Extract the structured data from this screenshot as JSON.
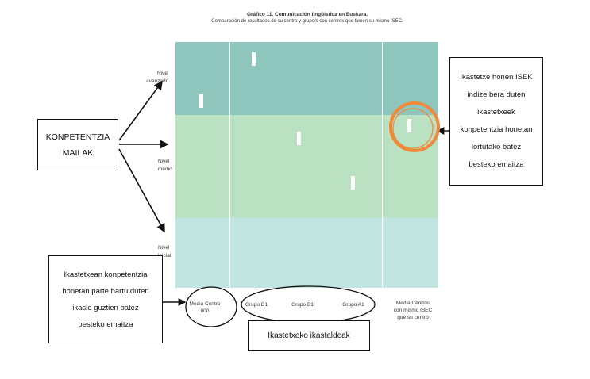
{
  "chart": {
    "title": "Gráfico 11. Comunicación lingüística en Euskara.",
    "subtitle": "Comparación de resultados de su centro y grupo/s con centros que tienen su mismo ISEC.",
    "levels": [
      {
        "lines": [
          "Nivel",
          "avanzado"
        ]
      },
      {
        "lines": [
          "Nivel",
          "medio"
        ]
      },
      {
        "lines": [
          "Nivel",
          "inicial"
        ]
      }
    ],
    "columns": [
      {
        "lines": [
          "Media Centro",
          "000"
        ]
      },
      {
        "lines": [
          "Grupo D1"
        ]
      },
      {
        "lines": [
          "Grupo B1"
        ]
      },
      {
        "lines": [
          "Grupo A1"
        ]
      },
      {
        "lines": [
          "Media Centros",
          "con mismo ISEC",
          "que su centro"
        ]
      }
    ],
    "colors": {
      "band_top": "#8ec5bc",
      "band_mid": "#b9e1c2",
      "band_bot": "#c1e6e1",
      "highlight_circle": "#f0893a"
    }
  },
  "annotations": {
    "competence_box": {
      "lines": [
        "KONPETENTZIA",
        "MAILAK"
      ]
    },
    "isek_box": {
      "lines": [
        "Ikastetxe honen ISEK",
        "indize bera duten",
        "ikastetxeek",
        "konpetentzia honetan",
        "lortutako batez",
        "besteko emaitza"
      ]
    },
    "school_avg_box": {
      "lines": [
        "Ikastetxean konpetentzia",
        "honetan parte hartu duten",
        "ikasle guztien batez",
        "besteko emaitza"
      ]
    },
    "groups_box": {
      "label": "Ikastetxeko ikastaldeak"
    }
  }
}
